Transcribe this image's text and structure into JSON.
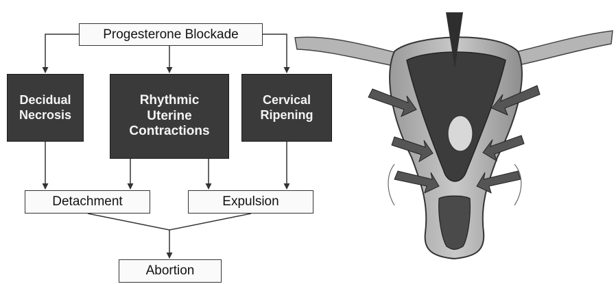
{
  "flowchart": {
    "top": "Progesterone Blockade",
    "effects": [
      "Decidual\nNecrosis",
      "Rhythmic\nUterine\nContractions",
      "Cervical\nRipening"
    ],
    "outcomes": [
      "Detachment",
      "Expulsion"
    ],
    "result": "Abortion"
  },
  "colors": {
    "dark_box": "#3a3a3a",
    "light_box": "#fafafa",
    "line": "#333333"
  },
  "illustration": {
    "subject": "uterus cross-section with contraction arrows",
    "icon": "uterus-illustration-icon"
  }
}
